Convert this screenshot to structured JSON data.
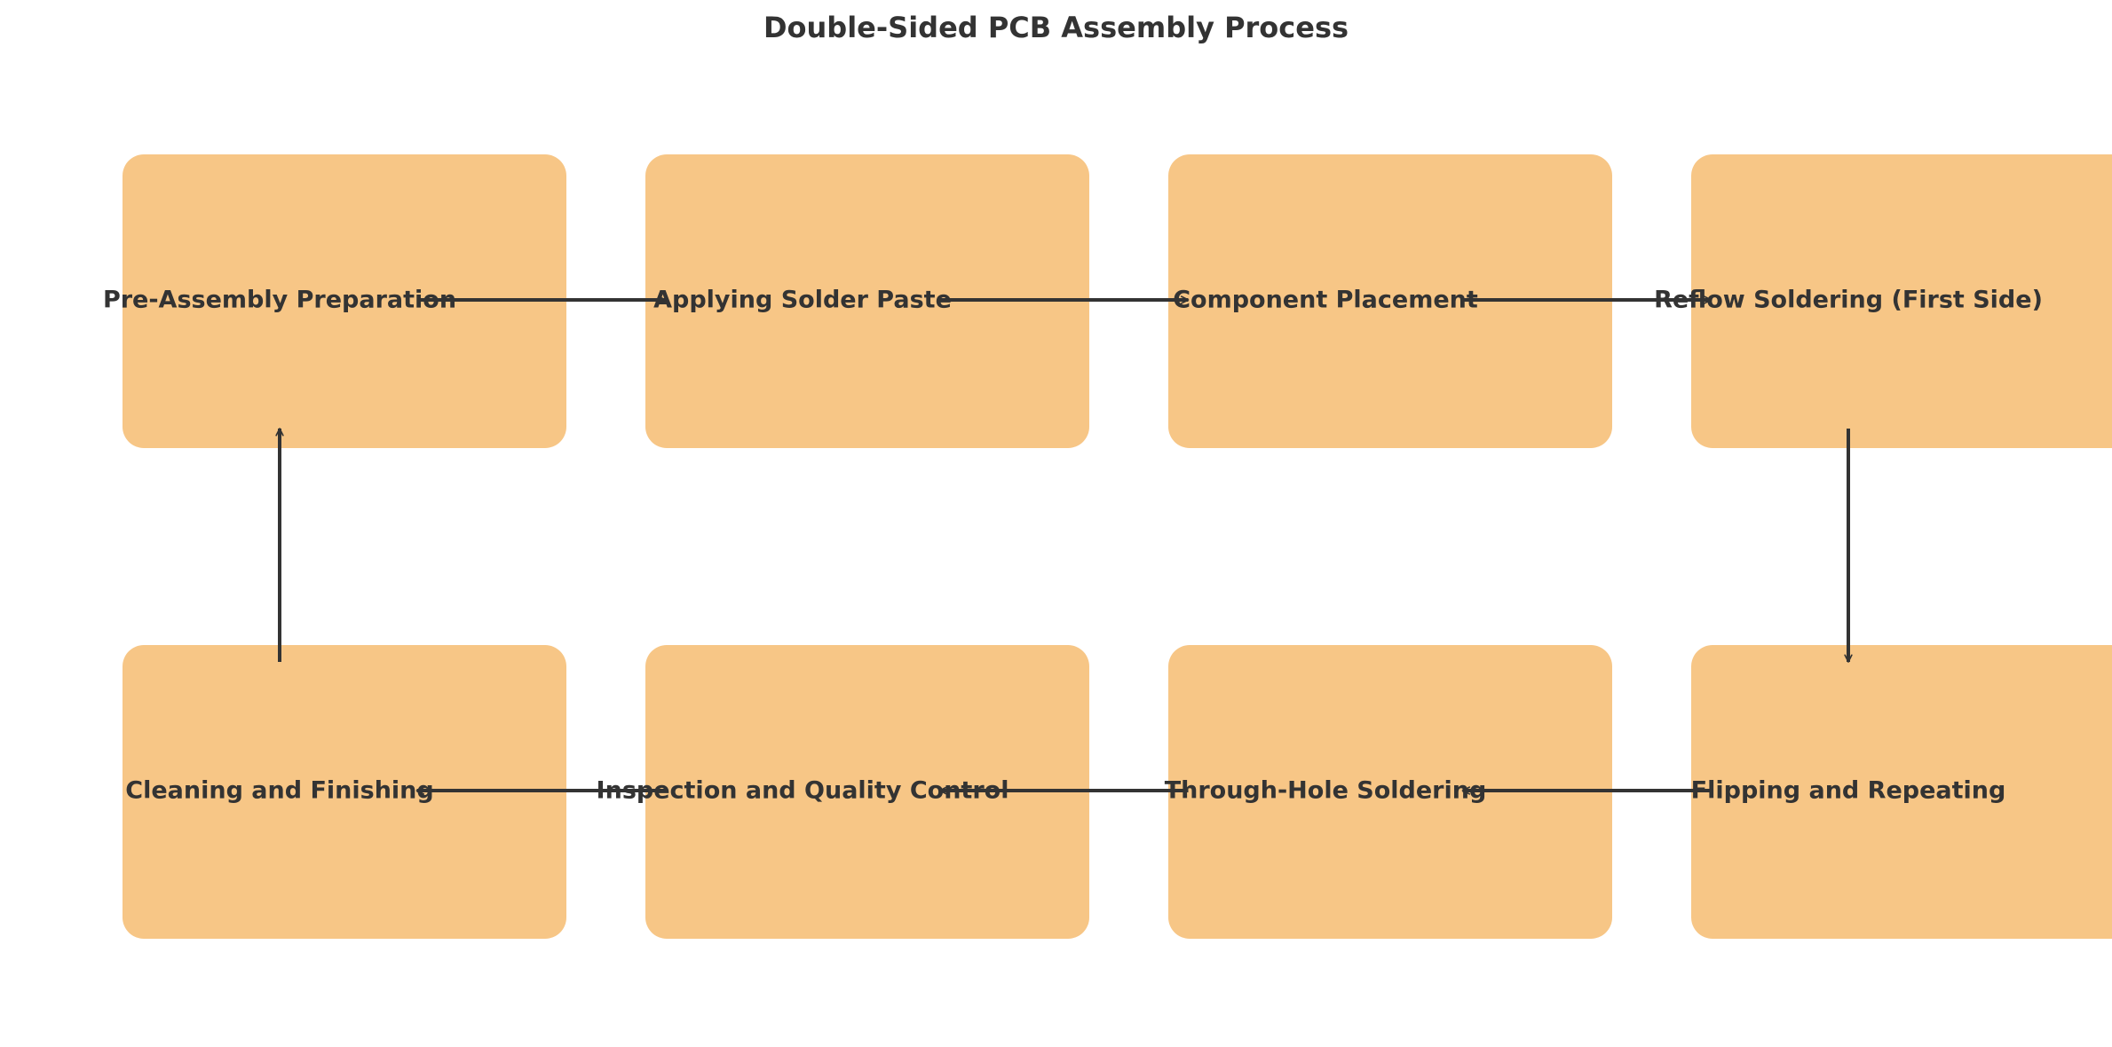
{
  "title": "Double-Sided PCB Assembly Process",
  "colors": {
    "node_fill": "#F7C686",
    "text": "#333333",
    "arrow": "#333333",
    "background": "#FFFFFF"
  },
  "nodes": [
    {
      "id": "pre-assembly",
      "label": "Pre-Assembly Preparation"
    },
    {
      "id": "solder-paste",
      "label": "Applying Solder Paste"
    },
    {
      "id": "component-placement",
      "label": "Component Placement"
    },
    {
      "id": "reflow-first-side",
      "label": "Reflow Soldering (First Side)"
    },
    {
      "id": "flipping",
      "label": "Flipping and Repeating"
    },
    {
      "id": "through-hole",
      "label": "Through-Hole Soldering"
    },
    {
      "id": "inspection",
      "label": "Inspection and Quality Control"
    },
    {
      "id": "cleaning",
      "label": "Cleaning and Finishing"
    }
  ],
  "edges": [
    {
      "from": "pre-assembly",
      "to": "solder-paste"
    },
    {
      "from": "solder-paste",
      "to": "component-placement"
    },
    {
      "from": "component-placement",
      "to": "reflow-first-side"
    },
    {
      "from": "reflow-first-side",
      "to": "flipping"
    },
    {
      "from": "flipping",
      "to": "through-hole"
    },
    {
      "from": "through-hole",
      "to": "inspection"
    },
    {
      "from": "inspection",
      "to": "cleaning"
    },
    {
      "from": "cleaning",
      "to": "pre-assembly"
    }
  ]
}
